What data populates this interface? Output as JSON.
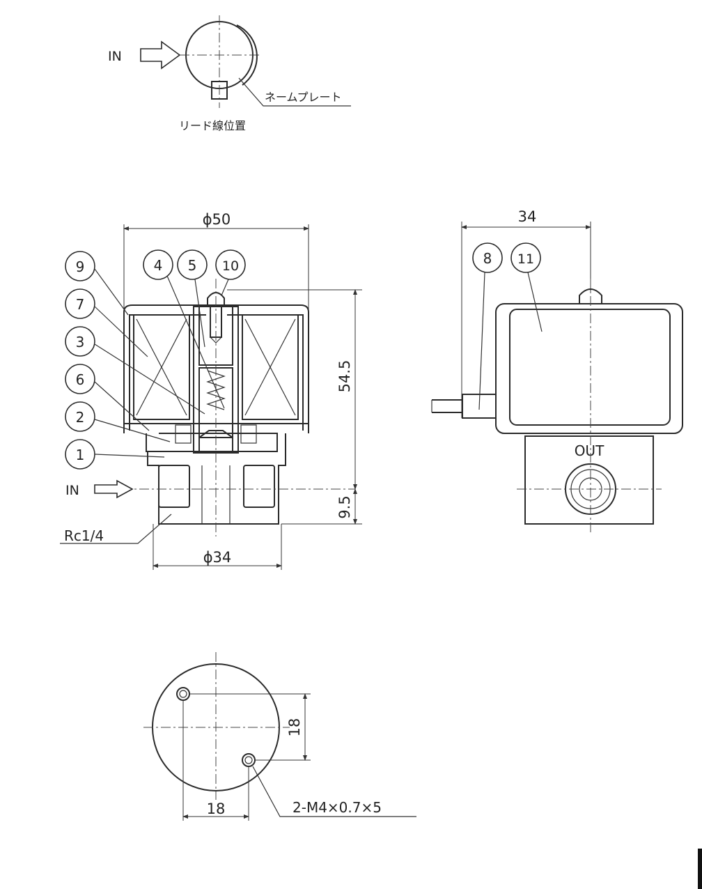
{
  "top_view": {
    "inlet_label": "IN",
    "nameplate_label": "ネームプレート",
    "lead_position_label": "リード線位置"
  },
  "front_view": {
    "dia_top": "ϕ50",
    "dia_bottom": "ϕ34",
    "height_overall": "54.5",
    "height_base": "9.5",
    "inlet_label": "IN",
    "port_thread": "Rc1/4",
    "balloons": [
      "9",
      "7",
      "3",
      "6",
      "2",
      "1",
      "4",
      "5",
      "10"
    ]
  },
  "side_view": {
    "width": "34",
    "outlet_label": "OUT",
    "balloons": [
      "8",
      "11"
    ]
  },
  "bottom_view": {
    "pitch_vertical": "18",
    "pitch_horizontal": "18",
    "hole_callout": "2-M4×0.7×5"
  }
}
